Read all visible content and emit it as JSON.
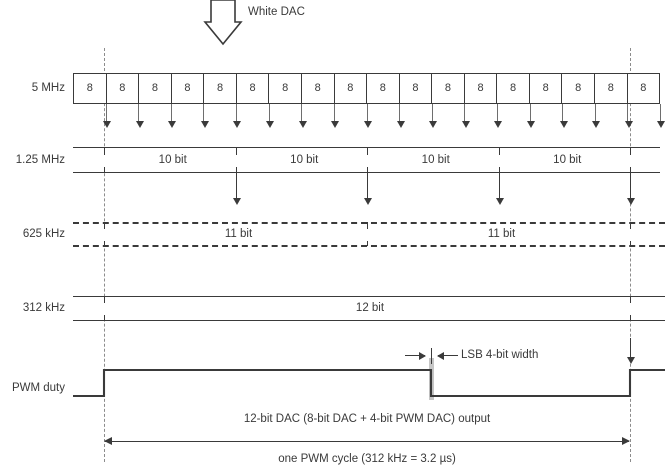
{
  "diagram": {
    "title_annotation": "White DAC",
    "bottom_caption": "12-bit DAC (8-bit DAC + 4-bit PWM DAC) output",
    "cycle_caption": "one PWM cycle (312 kHz = 3.2 µs)",
    "lsb_label": "LSB 4-bit width",
    "colors": {
      "line": "#3a3a3a",
      "guide": "#8c8c8c",
      "lsb_band": "#c6c6c6",
      "background": "#ffffff"
    }
  },
  "rows": {
    "clk5": {
      "label": "5 MHz",
      "cell_label": "8",
      "cell_count": 18,
      "cells": [
        "8",
        "8",
        "8",
        "8",
        "8",
        "8",
        "8",
        "8",
        "8",
        "8",
        "8",
        "8",
        "8",
        "8",
        "8",
        "8",
        "8",
        "8"
      ]
    },
    "clk125": {
      "label": "1.25 MHz",
      "segments": [
        "10 bit",
        "10 bit",
        "10 bit",
        "10 bit"
      ]
    },
    "clk625": {
      "label": "625 kHz",
      "segments": [
        "11 bit",
        "11 bit"
      ]
    },
    "clk312": {
      "label": "312 kHz",
      "segments": [
        "12 bit"
      ]
    },
    "pwm": {
      "label": "PWM duty"
    }
  }
}
